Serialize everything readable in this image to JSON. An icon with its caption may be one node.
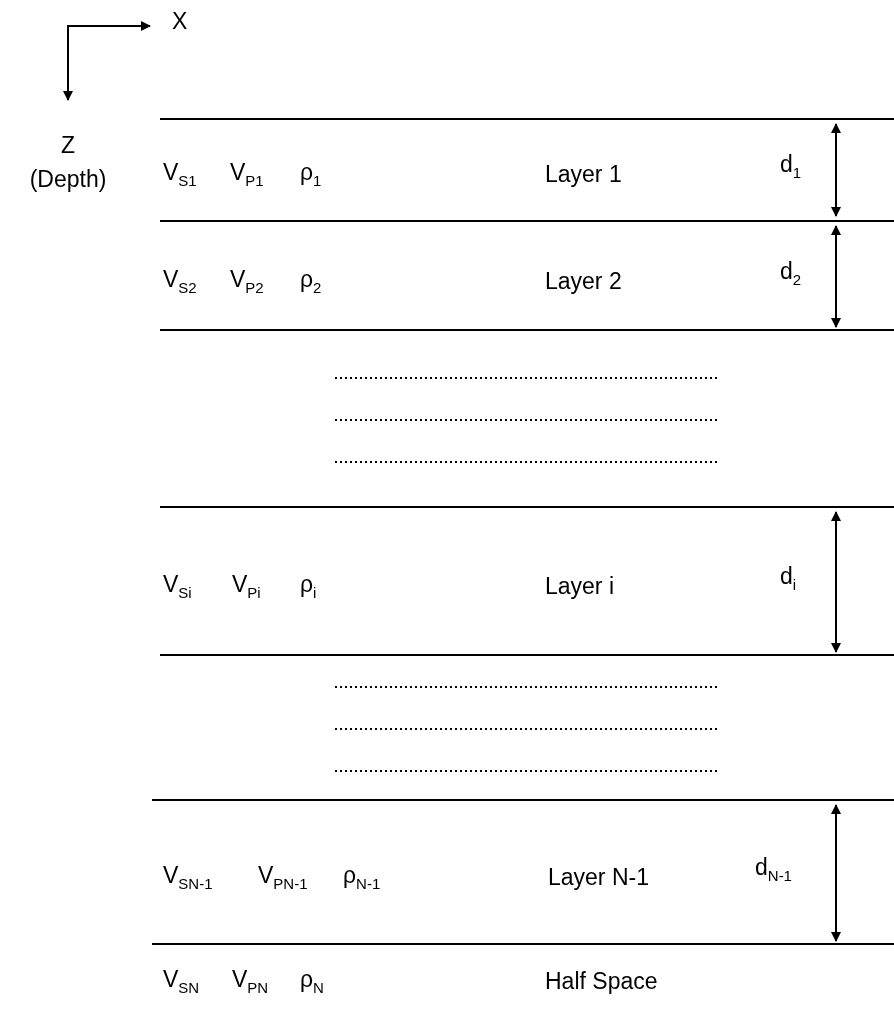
{
  "diagram": {
    "nodes": [
      {
        "text": [
          "V$_{S1}$",
          "V$_{P1}$",
          "ρ$_{1}$",
          "Layer 1",
          "d$_{1}$"
        ]
      },
      {
        "text": [
          "V$_{S2}$",
          "V$_{P2}$",
          "ρ$_{2}$",
          "Layer 2",
          "d$_{2}$"
        ]
      },
      {
        "text": [
          "V$_{Si}$",
          "V$_{Pi}$",
          "ρ$_{i}$",
          "Layer i",
          "d$_{i}$"
        ]
      },
      {
        "text": [
          "V$_{SN-1}$",
          "V$_{PN-1}$",
          "ρ$_{N-1}$",
          "Layer N-1",
          "d$_{N-1}$"
        ]
      },
      {
        "text": [
          "V$_{SN}$",
          "V$_{PN}$",
          "ρ$_{N}$",
          "Half Space"
        ]
      }
    ],
    "edges": [],
    "labels": [
      "X",
      "Z",
      "(Depth)"
    ]
  }
}
